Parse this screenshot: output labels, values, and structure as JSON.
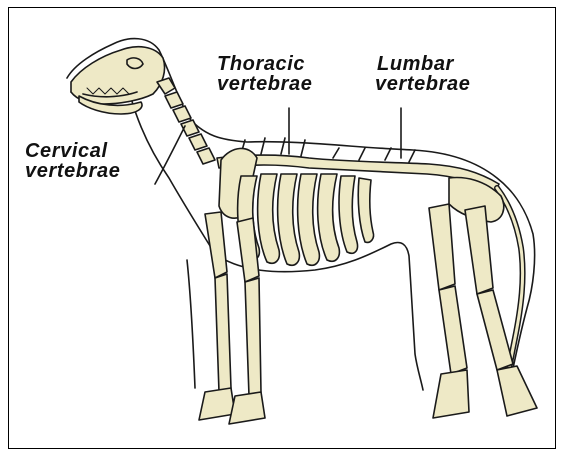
{
  "labels": {
    "cervical": [
      "Cervical",
      "vertebrae"
    ],
    "thoracic": [
      "Thoracic",
      "vertebrae"
    ],
    "lumbar": [
      "Lumbar",
      "vertebrae"
    ]
  },
  "colors": {
    "bone": "#eee9c6",
    "bone_shade": "#d6cfa3",
    "outline": "#1a1a1a",
    "text": "#111111",
    "background": "#ffffff"
  }
}
